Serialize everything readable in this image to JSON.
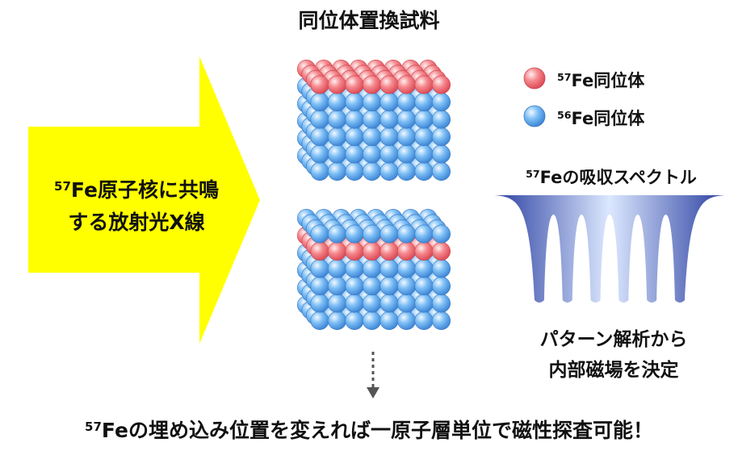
{
  "title": "同位体置換試料",
  "arrow": {
    "line1_sup": "57",
    "line1_text": "Fe原子核に共鳴",
    "line2_text": "する放射光X線",
    "color": "#FFFF00"
  },
  "legend": [
    {
      "sup": "57",
      "text": "Fe同位体",
      "color": "#F26870"
    },
    {
      "sup": "56",
      "text": "Fe同位体",
      "color": "#5BA8EE"
    }
  ],
  "spectrum": {
    "title_sup": "57",
    "title_text": "Feの吸収スペクトル",
    "dip_count": 6
  },
  "analysis": {
    "line1": "パターン解析から",
    "line2": "内部磁場を決定"
  },
  "footer": {
    "sup": "57",
    "text": "Feの埋め込み位置を変えれば一原子層単位で磁性探査可能！"
  },
  "colors": {
    "fe57": "#F26870",
    "fe56": "#5BA8EE",
    "spectrum_dark": "#2A3FA0",
    "spectrum_light": "#E8F0FF"
  },
  "icons": {
    "flow_arrow": "dotted-down-arrow-icon"
  }
}
